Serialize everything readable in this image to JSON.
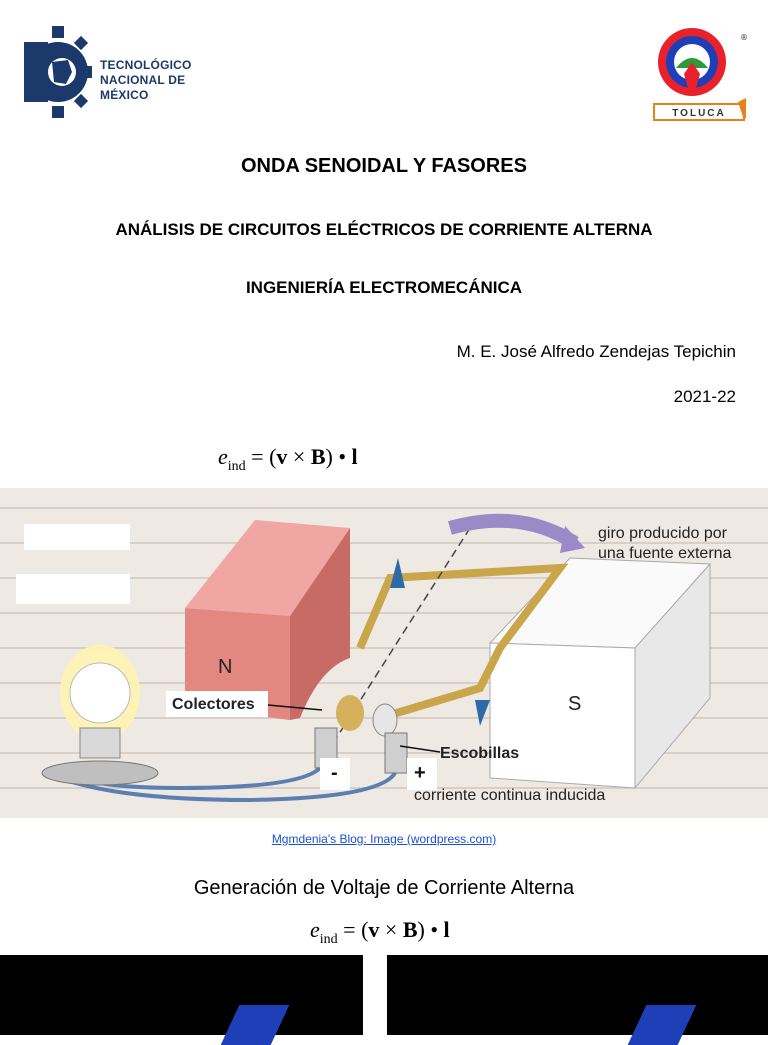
{
  "header": {
    "org_line1": "TECNOLÓGICO",
    "org_line2": "NACIONAL DE MÉXICO",
    "campus": "TOLUCA",
    "left_logo_icon": "tecnm-gear-logo",
    "right_logo_icon": "toluca-seal-logo"
  },
  "title": "ONDA SENOIDAL Y FASORES",
  "subtitle1": "ANÁLISIS DE CIRCUITOS ELÉCTRICOS DE CORRIENTE ALTERNA",
  "subtitle2": "INGENIERÍA ELECTROMECÁNICA",
  "author": "M. E. José Alfredo Zendejas Tepichin",
  "year": "2021-22",
  "formula": {
    "lhs": "e",
    "lhs_sub": "ind",
    "rhs": "= (v × B) • l",
    "rhs_v": "v",
    "rhs_B": "B",
    "rhs_l": "l"
  },
  "figure": {
    "label_rotation": "giro producido por",
    "label_rotation2": "una fuente externa",
    "label_north": "N",
    "label_south": "S",
    "label_collectors": "Colectores",
    "label_brushes": "Escobillas",
    "label_minus": "-",
    "label_plus": "+",
    "label_current": "corriente continua inducida"
  },
  "link": "Mgmdenia's Blog: Image (wordpress.com)",
  "section_title": "Generación de Voltaje de Corriente Alterna",
  "colors": {
    "brand_blue": "#1b3a6b",
    "link": "#1a4fd8",
    "magnet_n": "#e08a86",
    "magnet_s": "#f5f5f5"
  }
}
